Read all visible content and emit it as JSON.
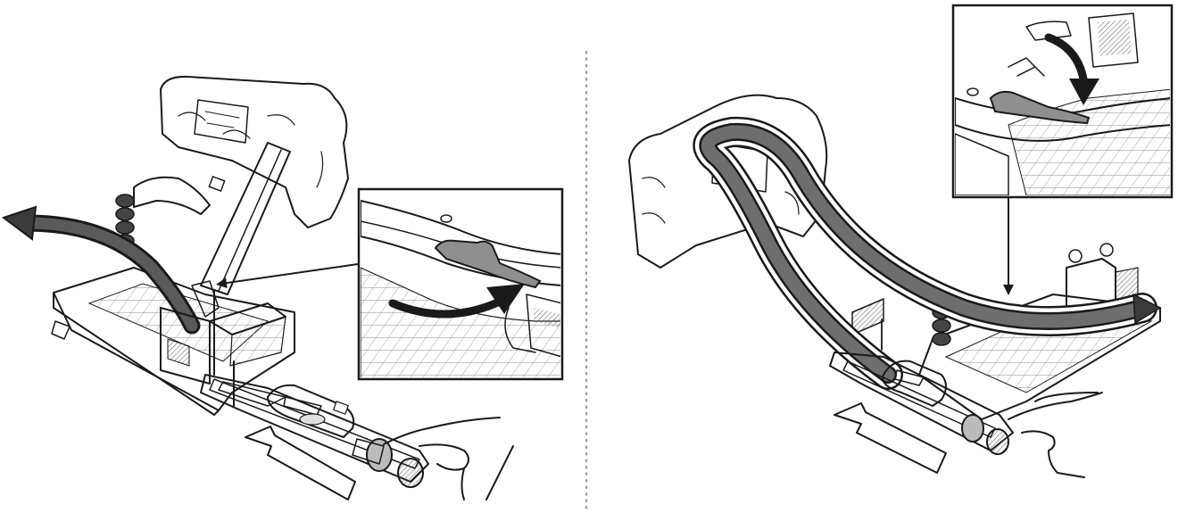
{
  "figure": {
    "panels": [
      {
        "id": "left",
        "description_text": ""
      },
      {
        "id": "right",
        "description_text": ""
      }
    ],
    "colors": {
      "ink": "#1a1a1a",
      "track_dark": "#555555",
      "track_mid": "#8a8a8a",
      "track_light": "#d4d4d4",
      "paper": "#ffffff",
      "divider": "#9a9a9a"
    },
    "icons": [
      "launch-direction-arrow",
      "path-arrow",
      "curved-lever-arrow",
      "finger-hand"
    ]
  }
}
